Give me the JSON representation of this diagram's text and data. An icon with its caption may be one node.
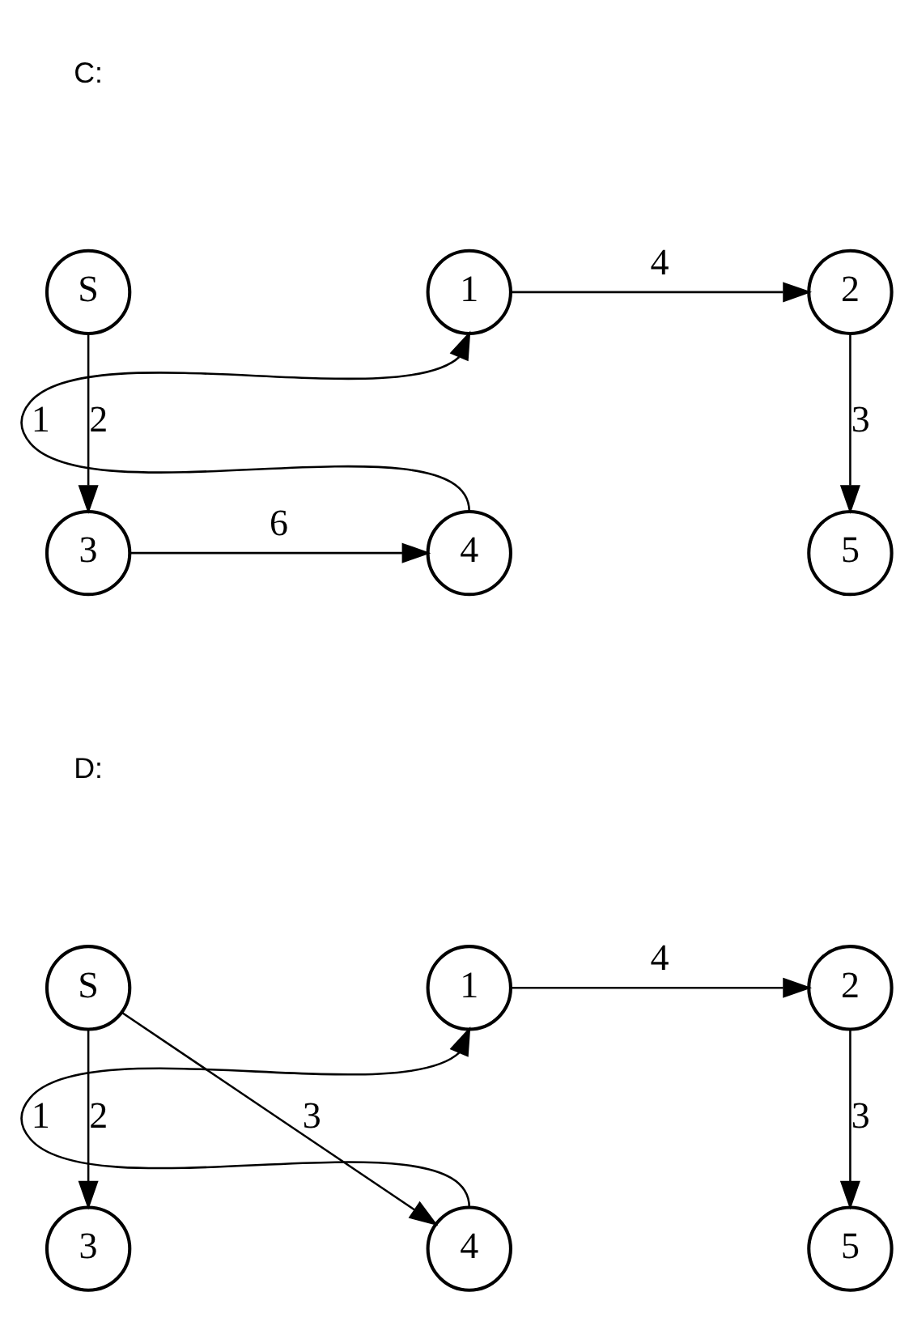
{
  "diagram": {
    "nodes": [
      {
        "text": [
          "S"
        ]
      },
      {
        "text": [
          "1"
        ]
      },
      {
        "text": [
          "2"
        ]
      },
      {
        "text": [
          "3"
        ]
      },
      {
        "text": [
          "4"
        ]
      },
      {
        "text": [
          "5"
        ]
      },
      {
        "text": [
          "S"
        ]
      },
      {
        "text": [
          "1"
        ]
      },
      {
        "text": [
          "2"
        ]
      },
      {
        "text": [
          "3"
        ]
      },
      {
        "text": [
          "4"
        ]
      },
      {
        "text": [
          "5"
        ]
      }
    ],
    "edges": [
      {
        "from": 0,
        "to": 3,
        "arrow": "to",
        "label": "2"
      },
      {
        "from": 3,
        "to": 4,
        "arrow": "to",
        "label": "6"
      },
      {
        "from": 4,
        "to": 1,
        "arrow": "to",
        "label": "1"
      },
      {
        "from": 1,
        "to": 2,
        "arrow": "to",
        "label": "4"
      },
      {
        "from": 2,
        "to": 5,
        "arrow": "to",
        "label": "3"
      },
      {
        "from": 6,
        "to": 9,
        "arrow": "to",
        "label": "2"
      },
      {
        "from": 6,
        "to": 10,
        "arrow": "to",
        "label": "3"
      },
      {
        "from": 10,
        "to": 7,
        "arrow": "to",
        "label": "1"
      },
      {
        "from": 7,
        "to": 8,
        "arrow": "to",
        "label": "4"
      },
      {
        "from": 8,
        "to": 11,
        "arrow": "to",
        "label": "3"
      }
    ],
    "labels": [
      "C:",
      "D:"
    ]
  }
}
